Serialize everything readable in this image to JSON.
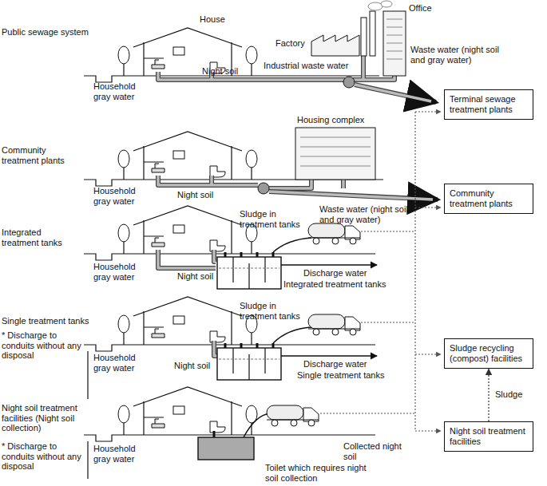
{
  "diagram": {
    "nodes": [
      {
        "text": [
          "Terminal sewage treatment plants"
        ]
      },
      {
        "text": [
          "Community treatment plants"
        ]
      },
      {
        "text": [
          "Sludge recycling (compost) facilities"
        ]
      },
      {
        "text": [
          "Night soil treatment facilities"
        ]
      }
    ],
    "edges": [
      {
        "from": 3,
        "to": 2,
        "label": "Sludge",
        "arrow": "to"
      }
    ],
    "labels": [
      "Public sewage system",
      "House",
      "Office",
      "Factory",
      "Industrial waste water",
      "Waste water (night soil and gray water)",
      "Household gray water",
      "Night soil",
      "Community treatment plants",
      "Housing complex",
      "Night soil",
      "Waste water (night soil and gray water)",
      "Household gray water",
      "Integrated treatment tanks",
      "Sludge in treatment tanks",
      "Discharge water",
      "Integrated treatment tanks",
      "Household gray water",
      "Night soil",
      "Single treatment tanks",
      "* Discharge to conduits without any disposal",
      "Sludge in treatment tanks",
      "Discharge water",
      "Single treatment tanks",
      "Household gray water",
      "Night soil",
      "Night soil treatment facilities (Night soil collection)",
      "* Discharge to conduits without any disposal",
      "Household gray water",
      "Toilet which requires night soil collection",
      "Collected night soil"
    ]
  }
}
